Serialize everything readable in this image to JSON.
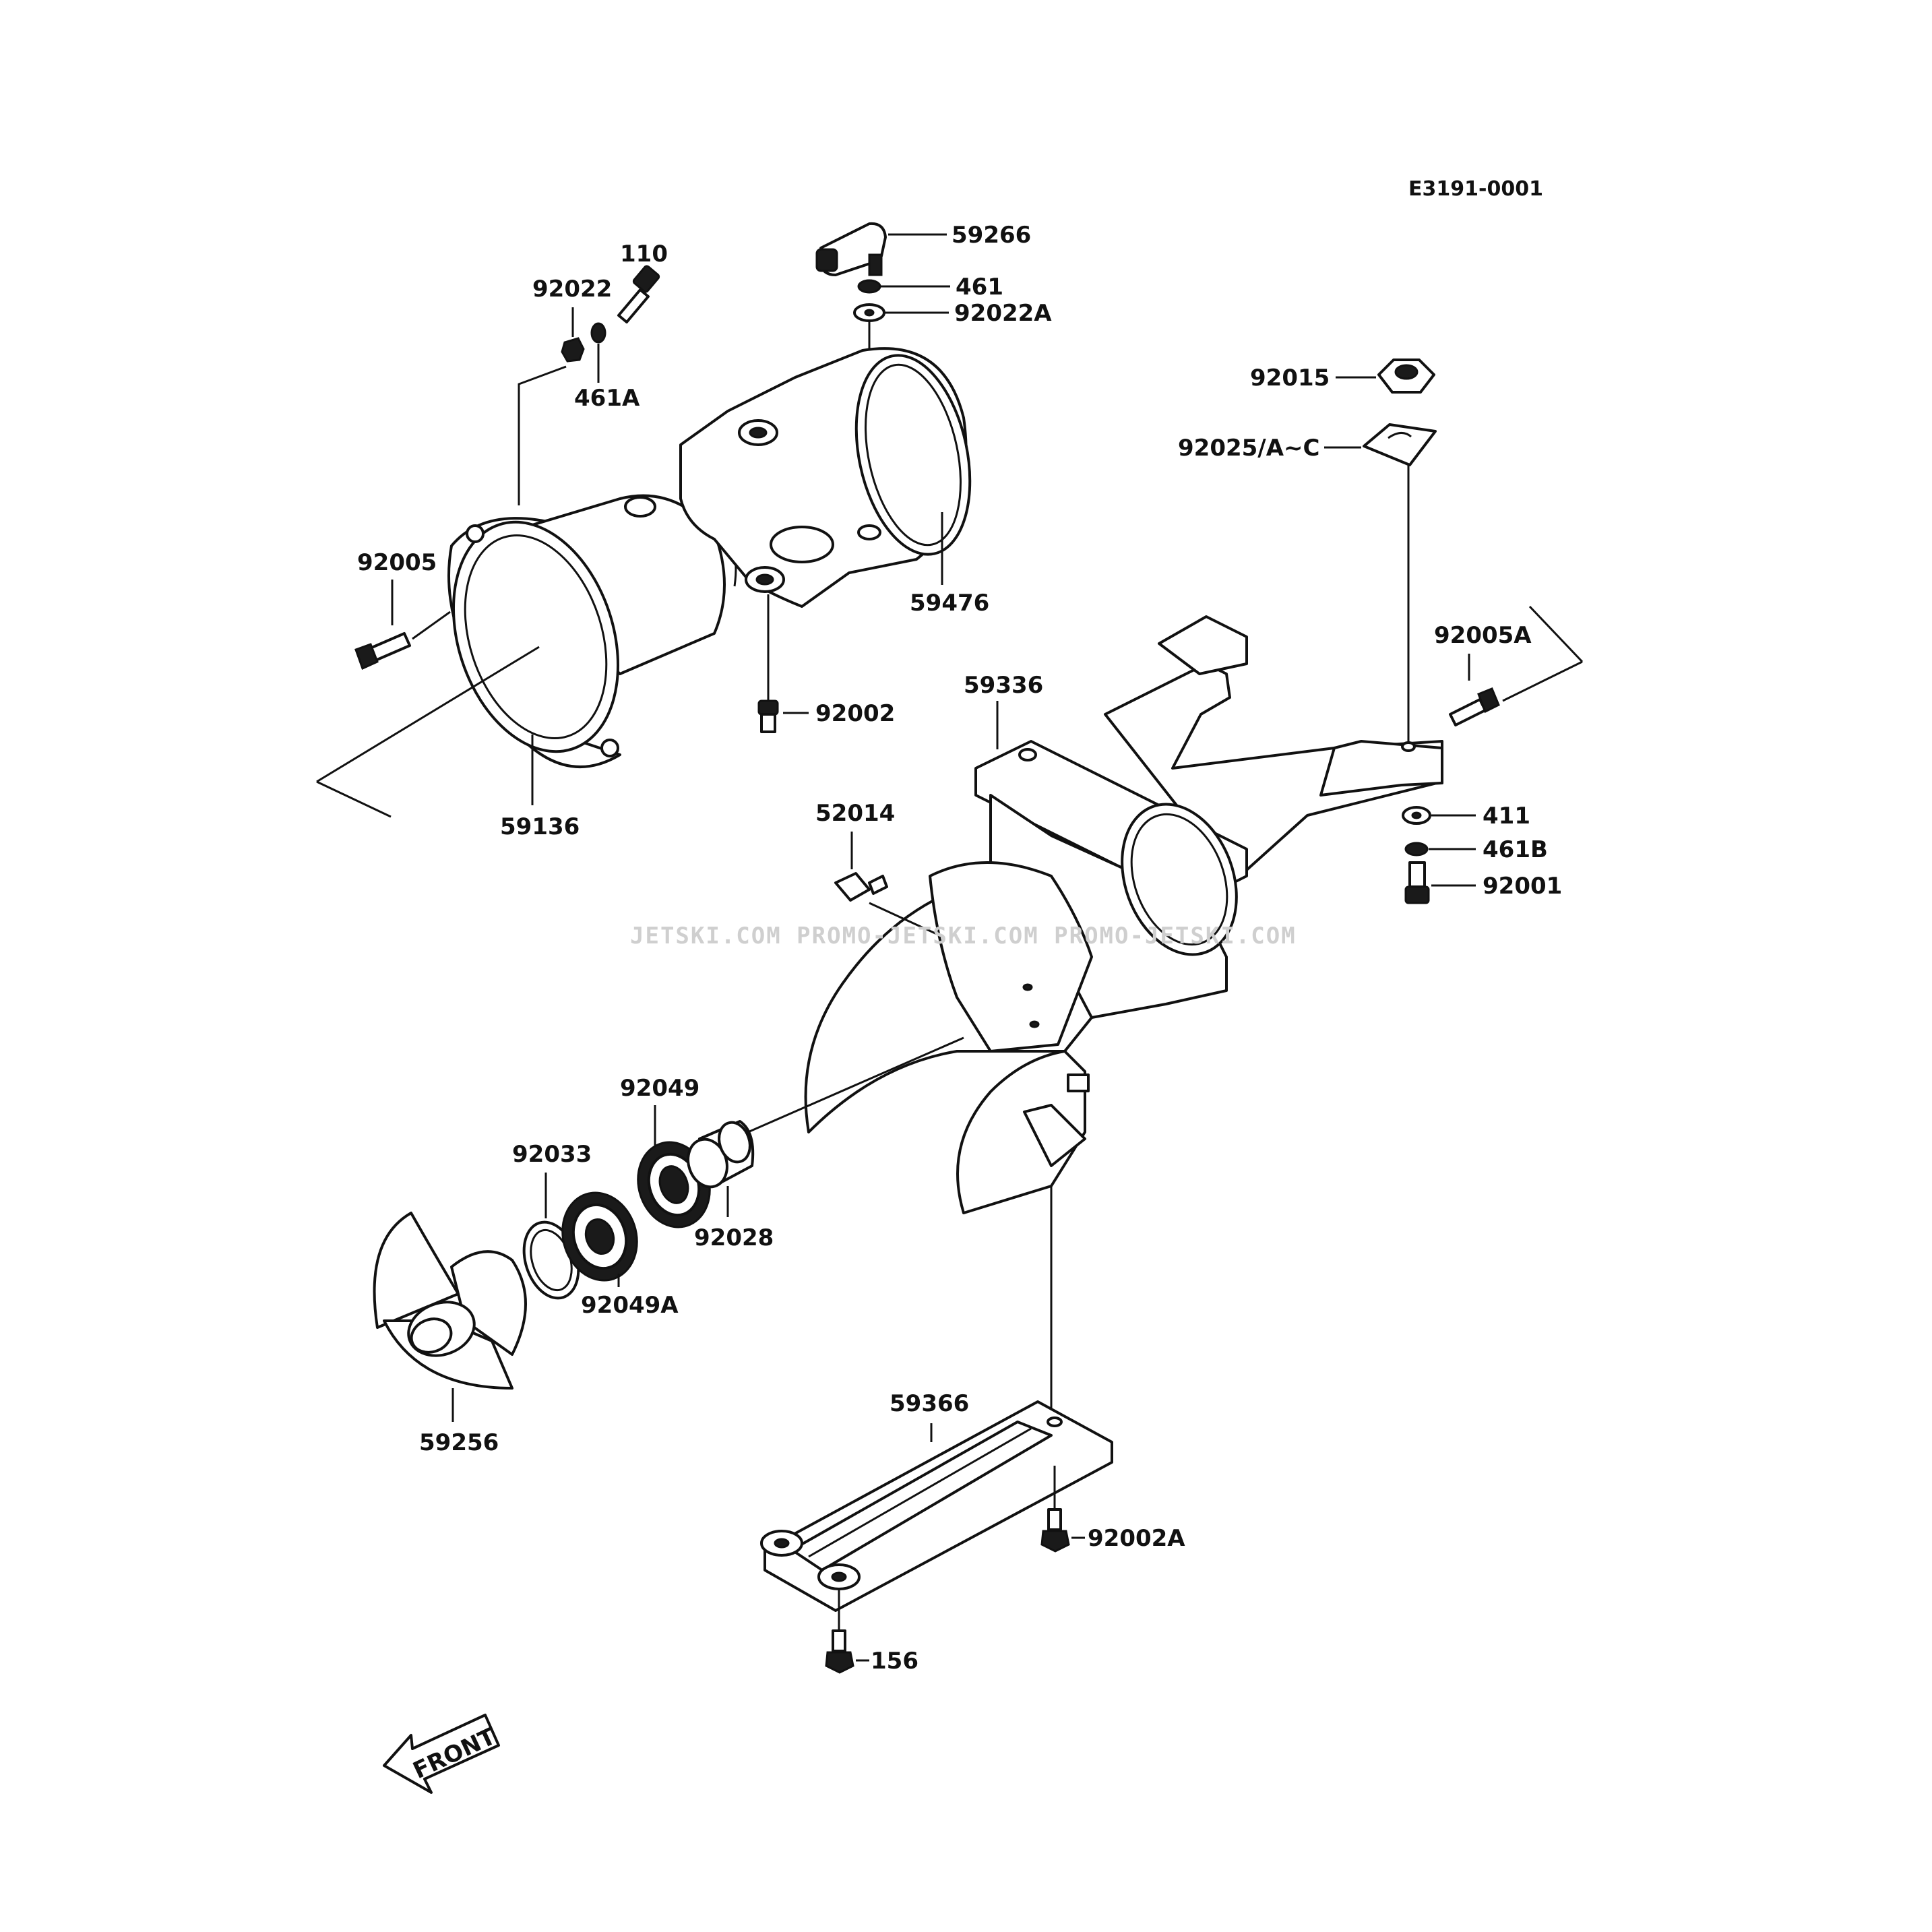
{
  "diagram_code": "E3191-0001",
  "watermark": "JETSKI.COM  PROMO-JETSKI.COM  PROMO-JETSKI.COM",
  "front_label": "FRONT",
  "parts": {
    "p59266": "59266",
    "p461": "461",
    "p92022A": "92022A",
    "p110": "110",
    "p92022": "92022",
    "p461A": "461A",
    "p92015": "92015",
    "p92025": "92025/A~C",
    "p92005": "92005",
    "p59476": "59476",
    "p92005A": "92005A",
    "p59336": "59336",
    "p92002": "92002",
    "p59136": "59136",
    "p52014": "52014",
    "p411": "411",
    "p461B": "461B",
    "p92001": "92001",
    "p92049": "92049",
    "p92033": "92033",
    "p92028": "92028",
    "p92049A": "92049A",
    "p59256": "59256",
    "p59366": "59366",
    "p92002A": "92002A",
    "p156": "156"
  }
}
